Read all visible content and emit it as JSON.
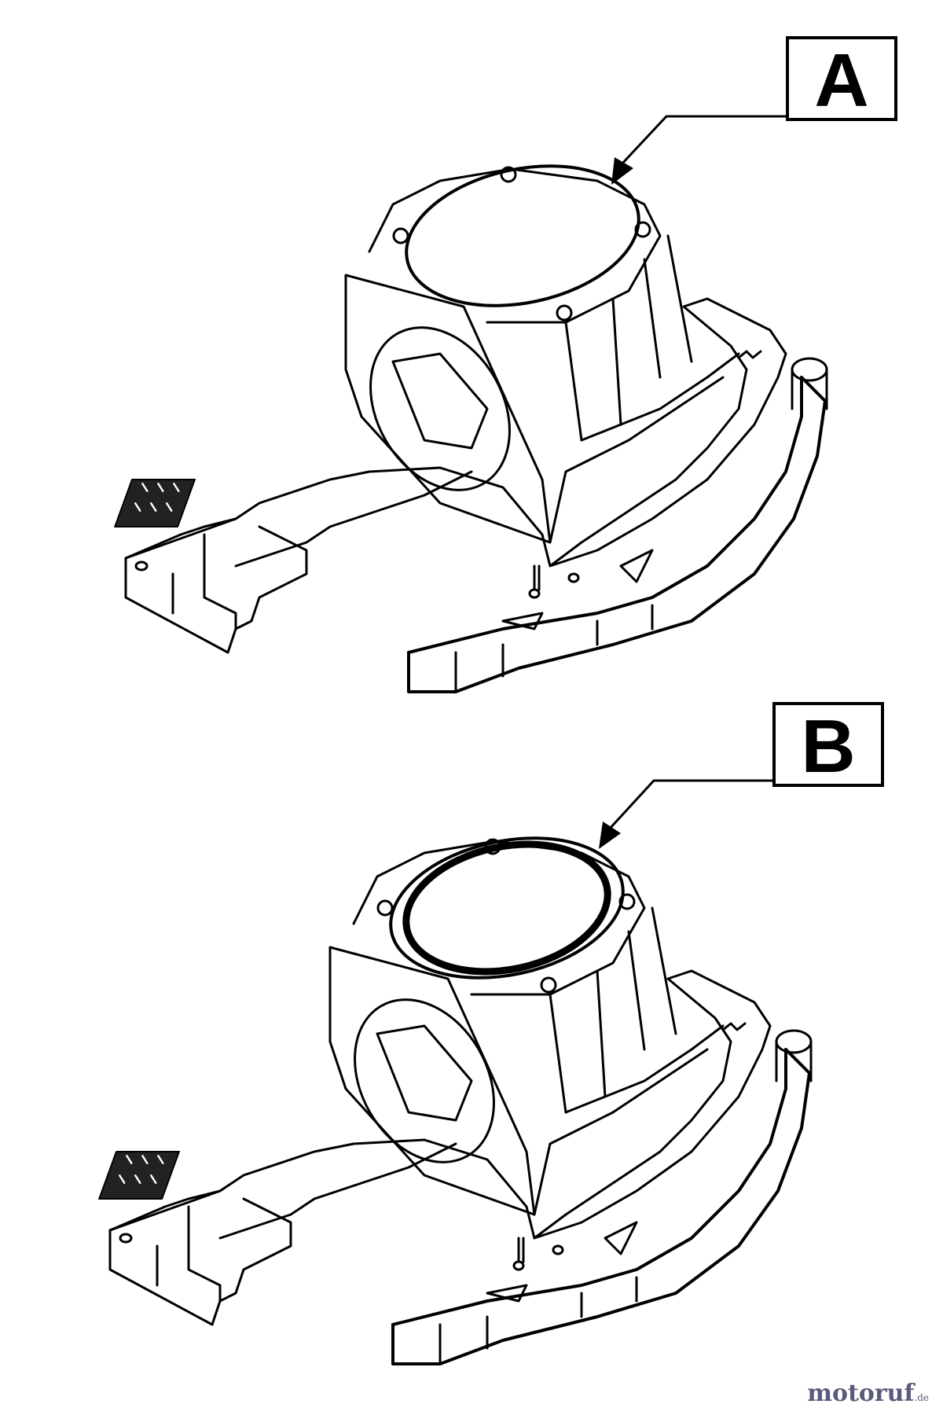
{
  "callouts": [
    {
      "id": "A",
      "label": "A"
    },
    {
      "id": "B",
      "label": "B"
    }
  ],
  "watermark": {
    "brand": "motoruf",
    "tld": ".de"
  },
  "colors": {
    "line": "#000000",
    "background": "#ffffff",
    "watermark": "#5a5a7a"
  }
}
